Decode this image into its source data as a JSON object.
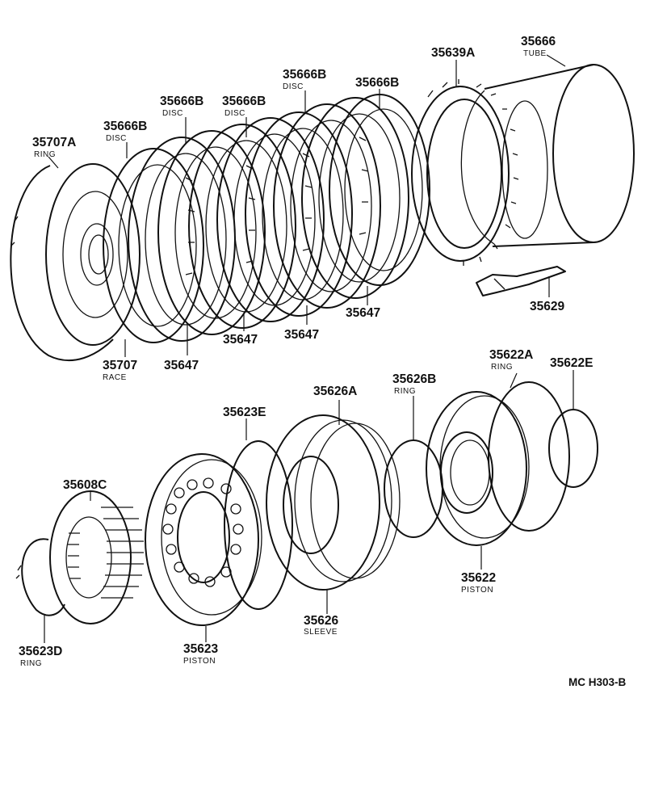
{
  "labels": {
    "l35666": {
      "num": "35666",
      "sub": "TUBE"
    },
    "l35639A": {
      "num": "35639A",
      "sub": ""
    },
    "l35666B_a": {
      "num": "35666B",
      "sub": "DISC"
    },
    "l35666B_b": {
      "num": "35666B",
      "sub": ""
    },
    "l35666B_c": {
      "num": "35666B",
      "sub": "DISC"
    },
    "l35666B_d": {
      "num": "35666B",
      "sub": "DISC"
    },
    "l35666B_e": {
      "num": "35666B",
      "sub": "DISC"
    },
    "l35707A": {
      "num": "35707A",
      "sub": "RING"
    },
    "l35707": {
      "num": "35707",
      "sub": "RACE"
    },
    "l35647_a": {
      "num": "35647",
      "sub": ""
    },
    "l35647_b": {
      "num": "35647",
      "sub": ""
    },
    "l35647_c": {
      "num": "35647",
      "sub": ""
    },
    "l35647_d": {
      "num": "35647",
      "sub": ""
    },
    "l35629": {
      "num": "35629",
      "sub": ""
    },
    "l35622A": {
      "num": "35622A",
      "sub": "RING"
    },
    "l35622E": {
      "num": "35622E",
      "sub": ""
    },
    "l35626B": {
      "num": "35626B",
      "sub": "RING"
    },
    "l35626A": {
      "num": "35626A",
      "sub": ""
    },
    "l35623E": {
      "num": "35623E",
      "sub": ""
    },
    "l35608C": {
      "num": "35608C",
      "sub": ""
    },
    "l35622": {
      "num": "35622",
      "sub": "PISTON"
    },
    "l35626": {
      "num": "35626",
      "sub": "SLEEVE"
    },
    "l35623": {
      "num": "35623",
      "sub": "PISTON"
    },
    "l35623D": {
      "num": "35623D",
      "sub": "RING"
    }
  },
  "diagram_code": "MC H303-B"
}
